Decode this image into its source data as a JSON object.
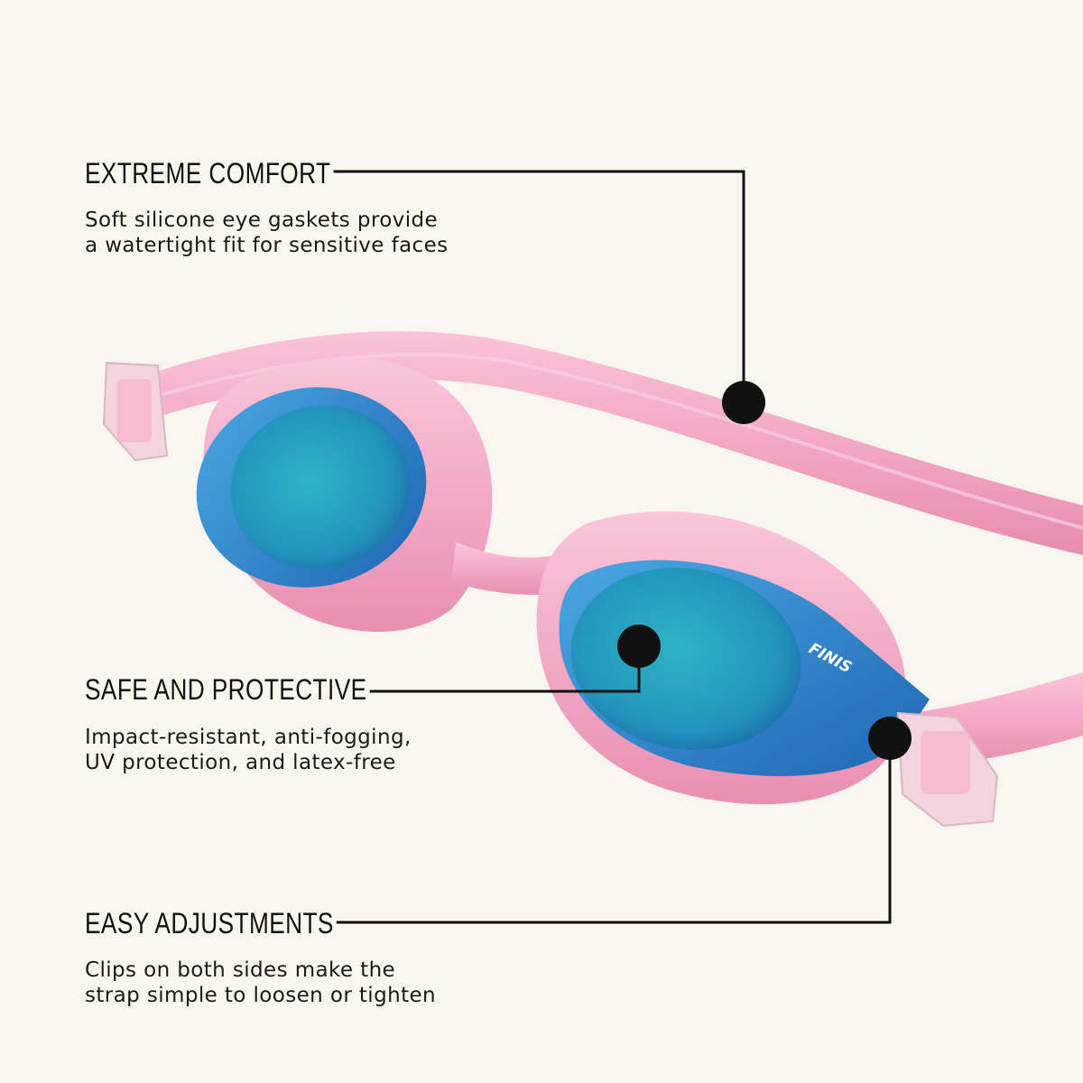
{
  "features": [
    {
      "title": "EXTREME COMFORT",
      "description": "Soft silicone eye gaskets provide\na watertight fit for sensitive faces"
    },
    {
      "title": "SAFE AND PROTECTIVE",
      "description": "Impact-resistant, anti-fogging,\nUV protection, and latex-free"
    },
    {
      "title": "EASY ADJUSTMENTS",
      "description": "Clips on both sides make the\nstrap simple to loosen or tighten"
    }
  ],
  "product": {
    "brand_mark": "FINIS",
    "colors": {
      "background": "#f9f6f0",
      "frame": "#f3a9c4",
      "lens": "#2a98cf",
      "callout": "#111111"
    }
  }
}
